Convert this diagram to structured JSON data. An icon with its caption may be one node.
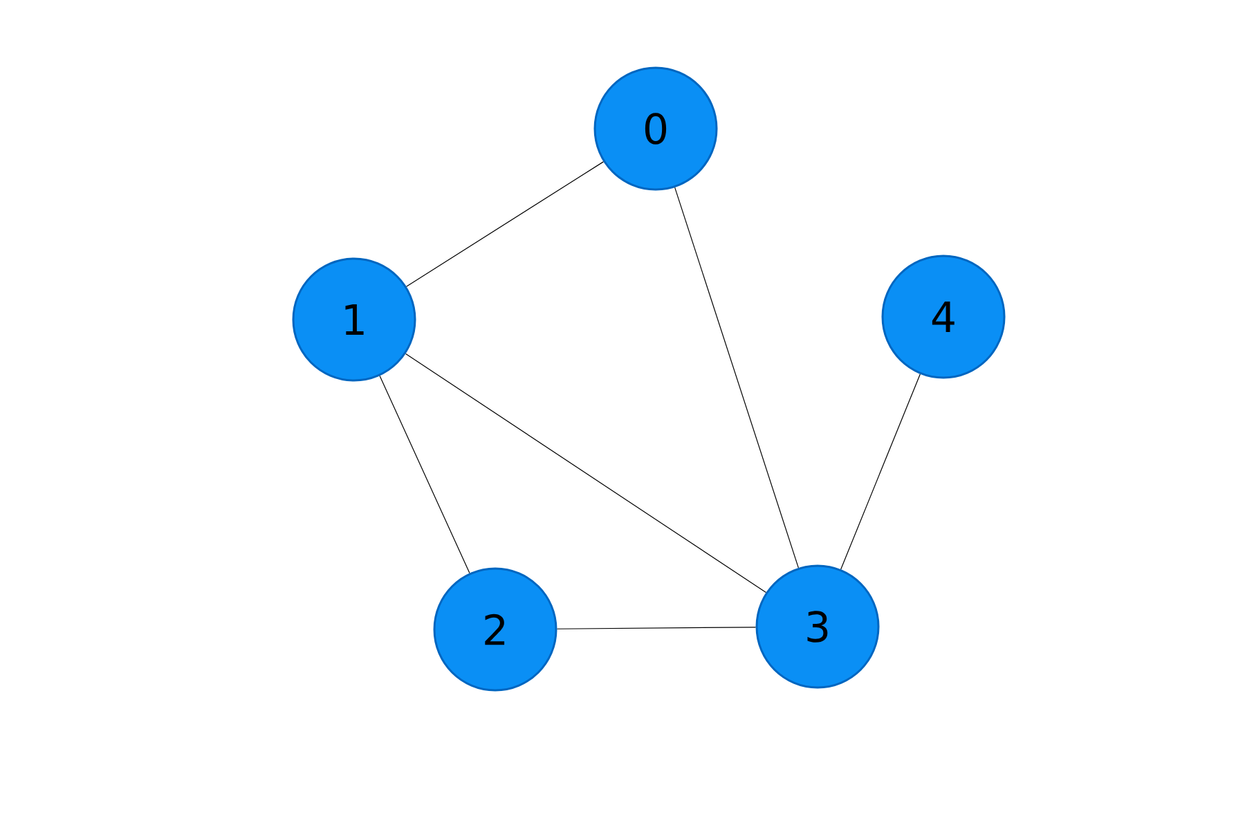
{
  "diagram": {
    "nodes": [
      {
        "text": [
          "0"
        ]
      },
      {
        "text": [
          "1"
        ]
      },
      {
        "text": [
          "2"
        ]
      },
      {
        "text": [
          "3"
        ]
      },
      {
        "text": [
          "4"
        ]
      }
    ],
    "edges": [
      {
        "from": 0,
        "to": 1,
        "arrow": "none"
      },
      {
        "from": 0,
        "to": 3,
        "arrow": "none"
      },
      {
        "from": 1,
        "to": 3,
        "arrow": "none"
      },
      {
        "from": 1,
        "to": 2,
        "arrow": "none"
      },
      {
        "from": 2,
        "to": 3,
        "arrow": "none"
      },
      {
        "from": 4,
        "to": 3,
        "arrow": "none"
      }
    ]
  }
}
